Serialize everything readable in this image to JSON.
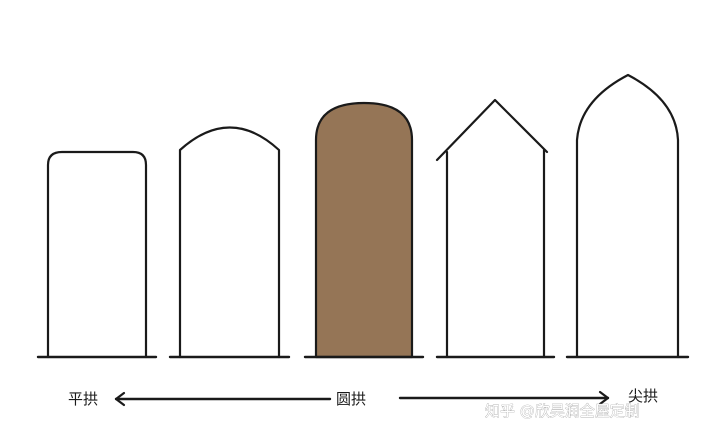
{
  "diagram": {
    "fill_color": "#957556",
    "line_color": "#1a1a1a",
    "labels": {
      "left": "平拱",
      "center": "圆拱",
      "right": "尖拱"
    },
    "watermark": "知乎 @欣昊润全屋定制"
  }
}
